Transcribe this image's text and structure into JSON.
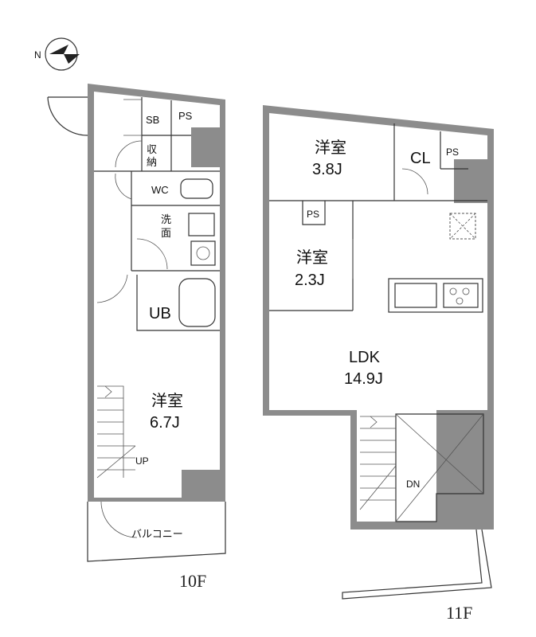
{
  "compass": {
    "north_label": "N"
  },
  "floors": [
    {
      "id": "10F",
      "label": "10F",
      "rooms": {
        "sb": "SB",
        "ps": "PS",
        "storage": "収\n納",
        "wc": "WC",
        "washroom": "洗\n面",
        "ub": "UB",
        "bedroom_name": "洋室",
        "bedroom_size": "6.7J",
        "stairs": "UP",
        "balcony": "バルコニー"
      }
    },
    {
      "id": "11F",
      "label": "11F",
      "rooms": {
        "bed1_name": "洋室",
        "bed1_size": "3.8J",
        "cl": "CL",
        "ps1": "PS",
        "ps2": "PS",
        "bed2_name": "洋室",
        "bed2_size": "2.3J",
        "ldk_name": "LDK",
        "ldk_size": "14.9J",
        "stairs": "DN"
      }
    }
  ]
}
